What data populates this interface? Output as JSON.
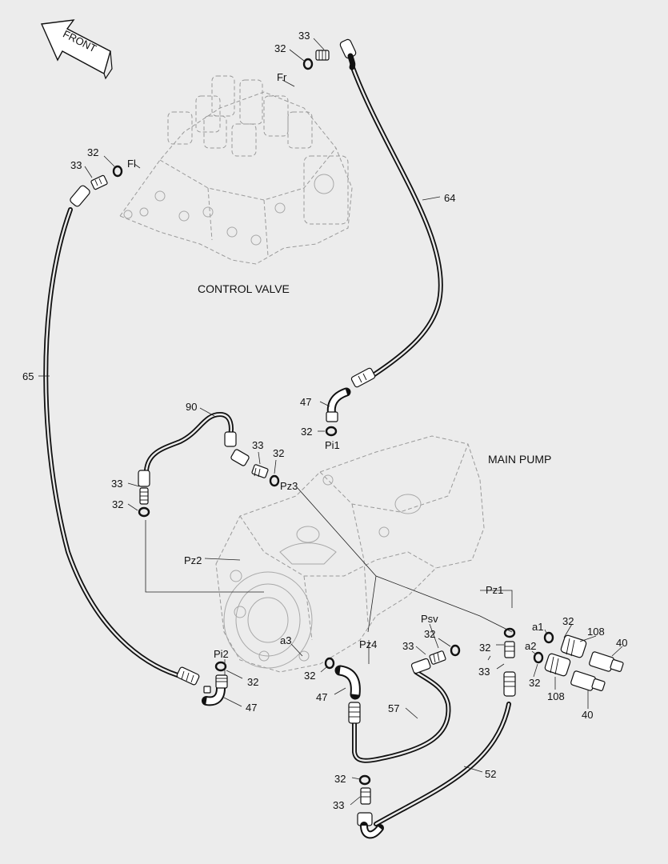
{
  "title": "",
  "front_arrow": "FRONT",
  "control_valve_label": "CONTROL VALVE",
  "main_pump_label": "MAIN PUMP",
  "ports": {
    "fr": "Fr",
    "fl": "Fl",
    "pi1": "Pi1",
    "pi2": "Pi2",
    "pz1": "Pz1",
    "pz2": "Pz2",
    "pz3": "Pz3",
    "pz4": "Pz4",
    "psv": "Psv",
    "a1": "a1",
    "a2": "a2",
    "a3": "a3"
  },
  "part_numbers": {
    "p32": "32",
    "p33": "33",
    "p40": "40",
    "p47": "47",
    "p52": "52",
    "p57": "57",
    "p64": "64",
    "p65": "65",
    "p90": "90",
    "p108": "108"
  },
  "colors": {
    "line": "#111111",
    "ghost": "#9a9a9a",
    "background": "#ececec"
  }
}
